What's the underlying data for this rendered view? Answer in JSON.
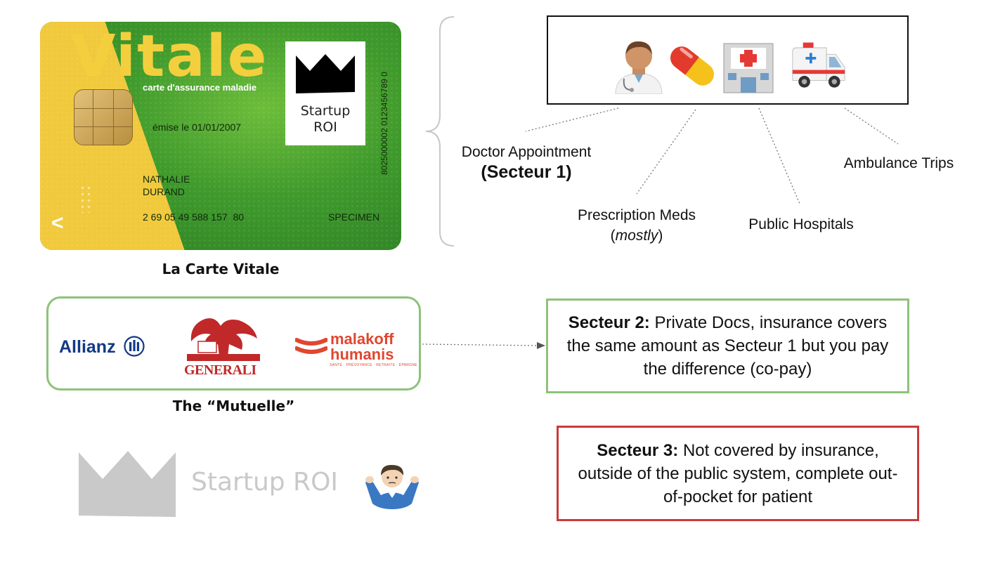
{
  "card": {
    "title": "Vitale",
    "subtitle": "carte d'assurance maladie",
    "issued": "émise le 01/01/2007",
    "first_line_name": "NATHALIE",
    "second_line_name": "DURAND",
    "number": "2 69 05 49 588 157  80",
    "specimen": "SPECIMEN",
    "vertical_number": "8025000002 0123456789 0",
    "arrow": "<",
    "logo_line1": "Startup",
    "logo_line2": "ROI",
    "caption": "La Carte Vitale"
  },
  "coverage": {
    "icons": [
      "doctor-icon",
      "pill-icon",
      "hospital-icon",
      "ambulance-icon"
    ],
    "doctor": {
      "line1": "Doctor Appointment",
      "line2": "(Secteur 1)"
    },
    "meds": {
      "line1": "Prescription Meds",
      "open": "(",
      "italic": "mostly",
      "close": ")"
    },
    "hospitals": "Public Hospitals",
    "ambulance": "Ambulance Trips"
  },
  "mutuelle": {
    "allianz": "Allianz",
    "generali": "GENERALI",
    "malakoff_line1": "malakoff",
    "malakoff_line2": "humanis",
    "malakoff_tagline": "SANTÉ · PRÉVOYANCE · RETRAITE · ÉPARGNE",
    "caption": "The “Mutuelle”"
  },
  "secteur2": {
    "head": "Secteur 2:",
    "text": " Private Docs, insurance covers the same amount as Secteur 1 but you pay the difference (co-pay)"
  },
  "secteur3": {
    "head": "Secteur 3:",
    "text": " Not covered by insurance, outside of the public system, complete out-of-pocket for patient"
  },
  "watermark": {
    "text": "Startup ROI",
    "icon": "shrug-icon"
  },
  "colors": {
    "green_border": "#8fc27a",
    "red_border": "#c93a3a",
    "card_yellow": "#f1c93c",
    "card_green": "#3f9a2c"
  }
}
